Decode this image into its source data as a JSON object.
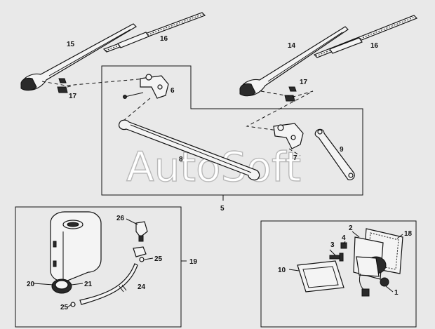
{
  "watermark": "AutoSoft",
  "labels": {
    "l1": "1",
    "l2": "2",
    "l3": "3",
    "l4": "4",
    "l5": "5",
    "l6": "6",
    "l7": "7",
    "l8": "8",
    "l9": "9",
    "l10": "10",
    "l14": "14",
    "l15": "15",
    "l16a": "16",
    "l16b": "16",
    "l17a": "17",
    "l17b": "17",
    "l18": "18",
    "l19": "19",
    "l20": "20",
    "l21": "21",
    "l24": "24",
    "l25a": "25",
    "l25b": "25",
    "l26": "26"
  }
}
